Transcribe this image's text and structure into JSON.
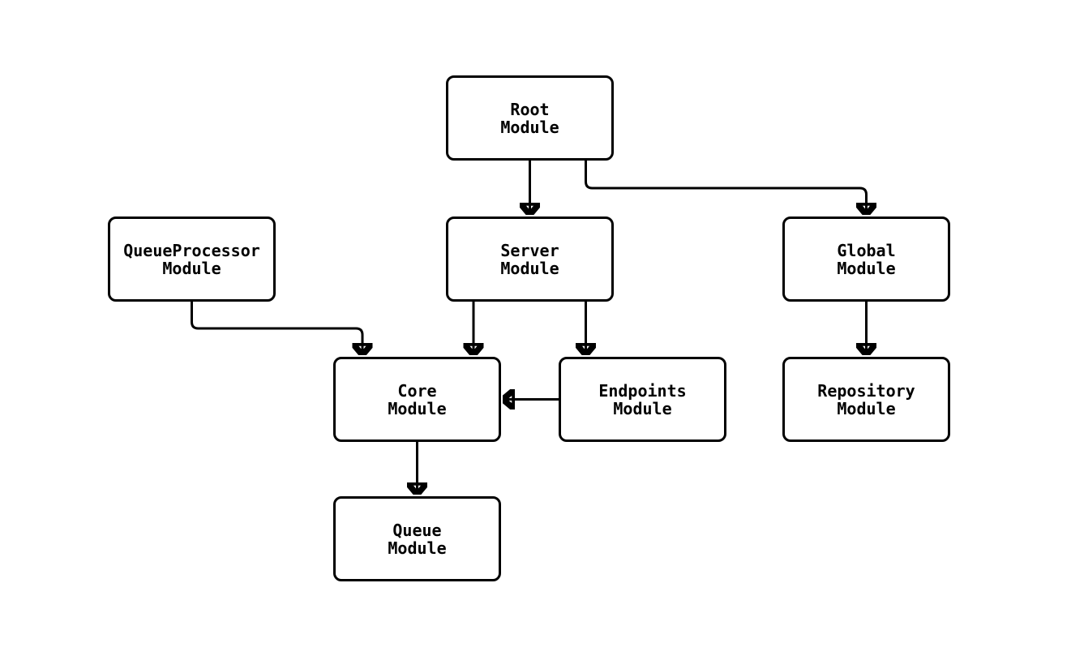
{
  "diagram": {
    "background_color": "#ffffff",
    "node_fill_color": "#ffffff",
    "node_border_color": "#000000",
    "edge_color": "#000000",
    "text_color": "#000000",
    "nodes": [
      {
        "id": "root",
        "label": "Root\nModule"
      },
      {
        "id": "queueprocessor",
        "label": "QueueProcessor\nModule"
      },
      {
        "id": "server",
        "label": "Server\nModule"
      },
      {
        "id": "global",
        "label": "Global\nModule"
      },
      {
        "id": "core",
        "label": "Core\nModule"
      },
      {
        "id": "endpoints",
        "label": "Endpoints\nModule"
      },
      {
        "id": "repository",
        "label": "Repository\nModule"
      },
      {
        "id": "queue",
        "label": "Queue\nModule"
      }
    ],
    "edges": [
      {
        "from": "root",
        "to": "server"
      },
      {
        "from": "root",
        "to": "global"
      },
      {
        "from": "queueprocessor",
        "to": "core"
      },
      {
        "from": "server",
        "to": "core"
      },
      {
        "from": "server",
        "to": "endpoints"
      },
      {
        "from": "endpoints",
        "to": "core"
      },
      {
        "from": "global",
        "to": "repository"
      },
      {
        "from": "core",
        "to": "queue"
      }
    ]
  }
}
